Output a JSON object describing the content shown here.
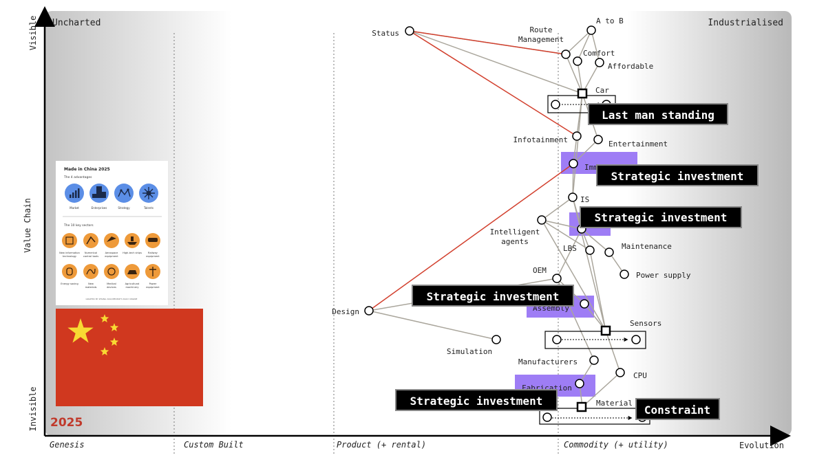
{
  "map": {
    "corner_left": "Uncharted",
    "corner_right": "Industrialised",
    "y_axis": {
      "top": "Visible",
      "middle": "Value Chain",
      "bottom": "Invisible"
    },
    "x_axis": {
      "end": "Evolution"
    },
    "phases": [
      "Genesis",
      "Custom Built",
      "Product (+ rental)",
      "Commodity (+ utility)"
    ],
    "colors": {
      "link": "#aaa69c",
      "critical_link": "#d2402e",
      "investment": "#9e7df5",
      "callout": "#000000"
    }
  },
  "nodes": [
    {
      "id": "status",
      "label": "Status"
    },
    {
      "id": "atob",
      "label": "A to B"
    },
    {
      "id": "route1",
      "label": "Route"
    },
    {
      "id": "route2",
      "label": "Management"
    },
    {
      "id": "comfort",
      "label": "Comfort"
    },
    {
      "id": "affordable",
      "label": "Affordable"
    },
    {
      "id": "car",
      "label": "Car"
    },
    {
      "id": "infotainment",
      "label": "Infotainment"
    },
    {
      "id": "entertainment",
      "label": "Entertainment"
    },
    {
      "id": "imm",
      "label": "Imm"
    },
    {
      "id": "is",
      "label": "IS"
    },
    {
      "id": "agents1",
      "label": "Intelligent"
    },
    {
      "id": "agents2",
      "label": "agents"
    },
    {
      "id": "lbs",
      "label": "LBS"
    },
    {
      "id": "maintenance",
      "label": "Maintenance"
    },
    {
      "id": "powersupply",
      "label": "Power supply"
    },
    {
      "id": "oem",
      "label": "OEM"
    },
    {
      "id": "design",
      "label": "Design"
    },
    {
      "id": "assembly",
      "label": "Assembly"
    },
    {
      "id": "sensors",
      "label": "Sensors"
    },
    {
      "id": "simulation",
      "label": "Simulation"
    },
    {
      "id": "manufacturers",
      "label": "Manufacturers"
    },
    {
      "id": "cpu",
      "label": "CPU"
    },
    {
      "id": "fabrication",
      "label": "Fabrication"
    },
    {
      "id": "material",
      "label": "Material"
    }
  ],
  "callouts": {
    "last_man": "Last man standing",
    "strategic": "Strategic investment",
    "constraint": "Constraint"
  },
  "infographic": {
    "title": "Made in China 2025",
    "advantages_title": "The 4 advantages",
    "advantages": [
      "Market",
      "Enterprises",
      "Strategy",
      "Talents"
    ],
    "sectors_title": "The 10 key sectors",
    "sectors": [
      [
        "New information",
        "technology"
      ],
      [
        "Numerical",
        "control tools"
      ],
      [
        "Aerospace",
        "equipment"
      ],
      [
        "High-tech ships"
      ],
      [
        "Railway",
        "equipment"
      ],
      [
        "Energy saving"
      ],
      [
        "New",
        "materials"
      ],
      [
        "Medical",
        "devices"
      ],
      [
        "Agricultural",
        "machinery"
      ],
      [
        "Power",
        "equipment"
      ]
    ],
    "credit": "GRAPHIC BY ZHANG XIAO/PEOPLE'S DAILY ONLINE"
  },
  "flag": {
    "year": "2025",
    "colors": {
      "red": "#d0381f",
      "star": "#f8da33",
      "year": "#c0392b"
    }
  }
}
